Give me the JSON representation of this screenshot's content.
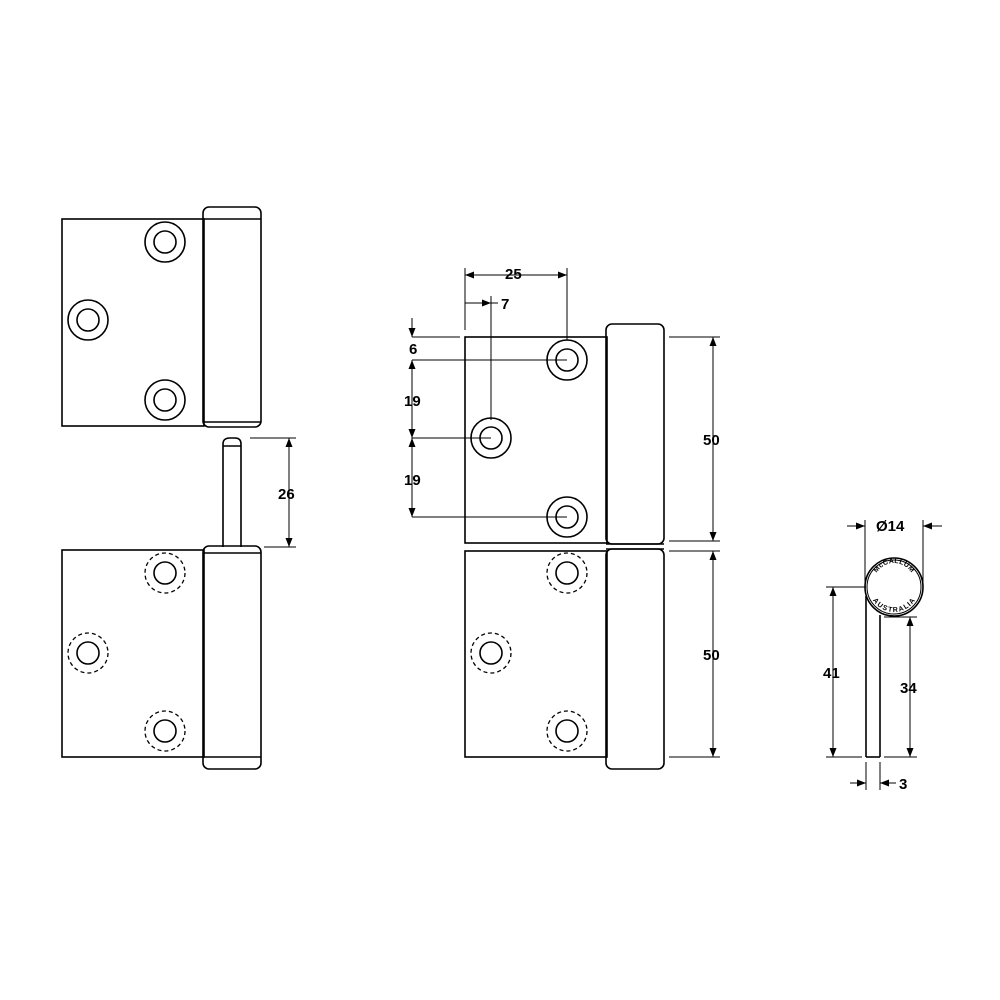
{
  "dimensions": {
    "pin_length": "26",
    "hole_spacing_horizontal": "25",
    "hole_offset_edge": "7",
    "hole_offset_top": "6",
    "hole_spacing_vertical_top": "19",
    "hole_spacing_vertical_bottom": "19",
    "leaf_height_top": "50",
    "leaf_height_bottom": "50",
    "knuckle_diameter": "Ø14",
    "leaf_height_side": "41",
    "leaf_length_side": "34",
    "leaf_thickness": "3"
  },
  "stamp": {
    "line1": "McCALLUM",
    "line2": "AUSTRALIA"
  }
}
